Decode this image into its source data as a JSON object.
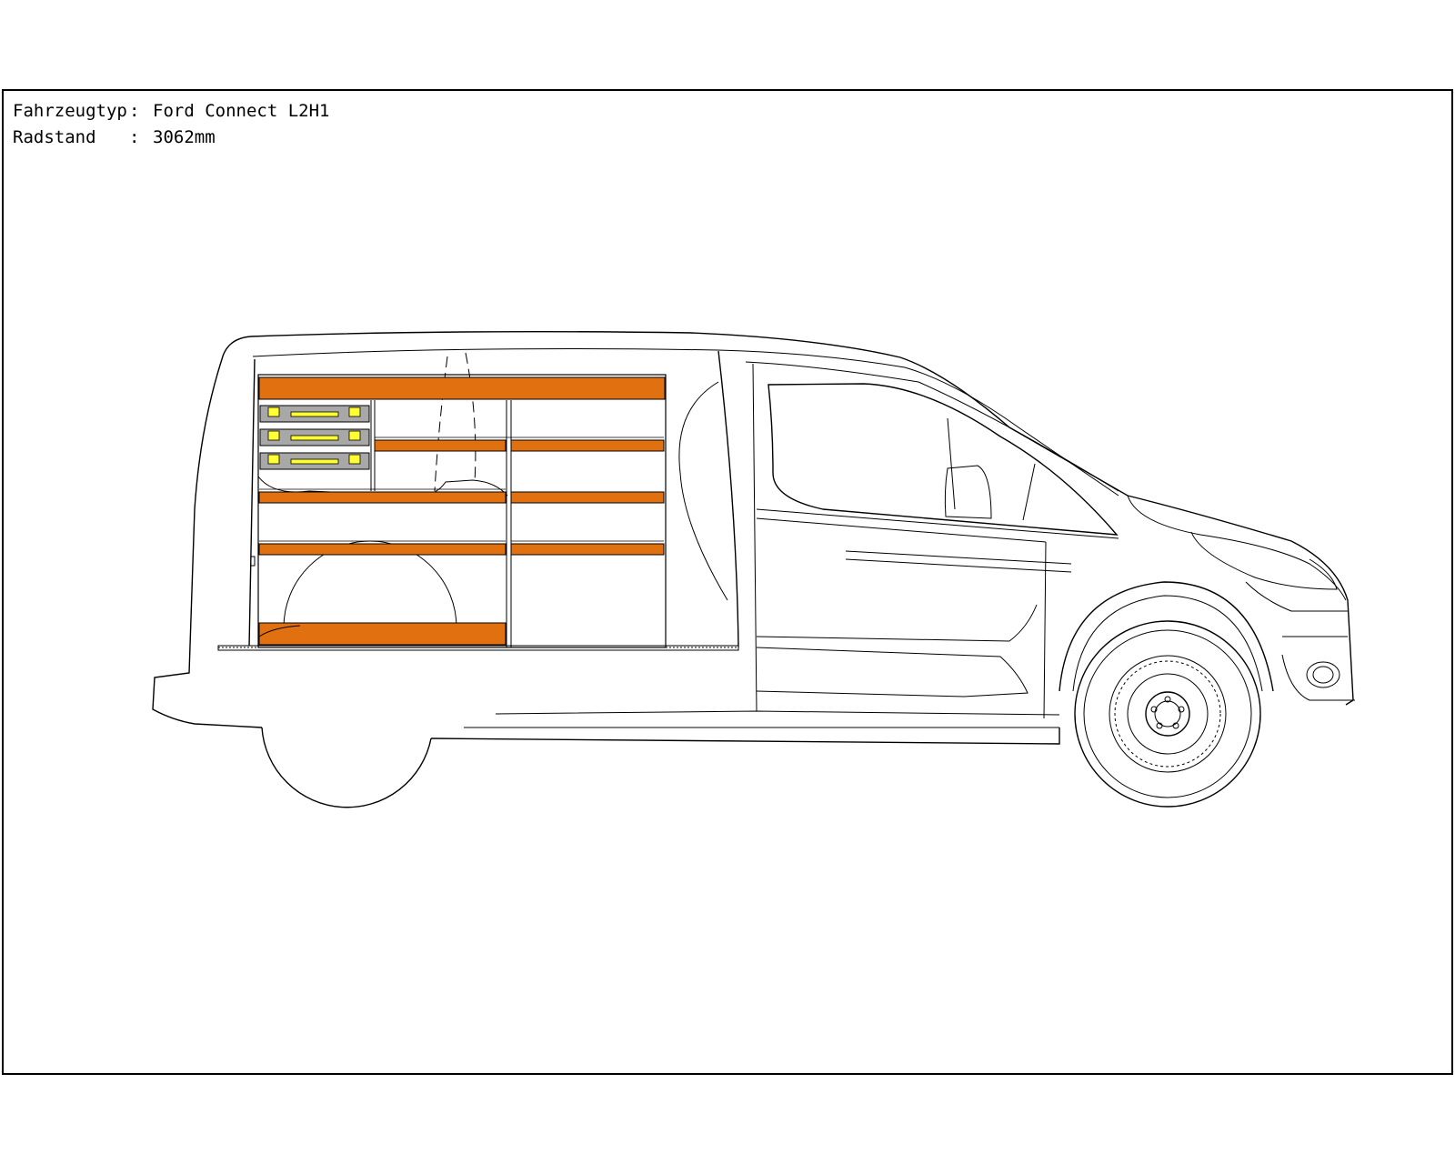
{
  "info": {
    "vehicle_label": "Fahrzeugtyp",
    "vehicle_value": "Ford Connect L2H1",
    "wheelbase_label": "Radstand",
    "wheelbase_value": "3062mm",
    "separator": ":"
  },
  "colors": {
    "shelf": "#E07010",
    "drawer_body": "#A8A8A8",
    "drawer_handle": "#FFFF33",
    "line": "#000000"
  },
  "icons": {
    "van": "van-side-outline-icon",
    "wheel": "wheel-rim-icon"
  }
}
